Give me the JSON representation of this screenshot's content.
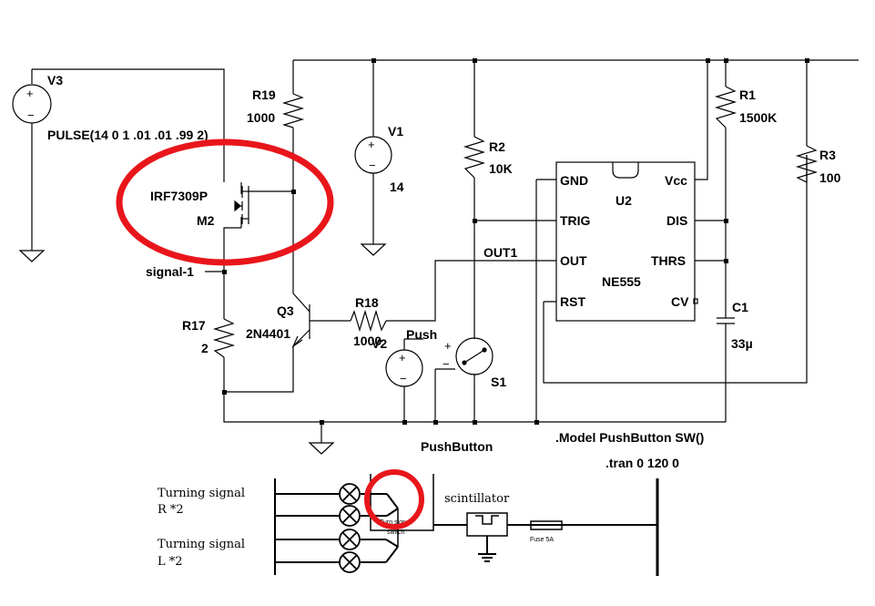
{
  "schematic": {
    "v3": {
      "name": "V3",
      "value": "PULSE(14 0 1 .01 .01 .99 2)"
    },
    "m2": {
      "model": "IRF7309P",
      "name": "M2"
    },
    "signal_label": "signal-1",
    "r19": {
      "name": "R19",
      "value": "1000"
    },
    "r17": {
      "name": "R17",
      "value": "2"
    },
    "q3": {
      "name": "Q3",
      "model": "2N4401"
    },
    "r18": {
      "name": "R18",
      "value": "1000"
    },
    "v1": {
      "name": "V1",
      "value": "14"
    },
    "v2": {
      "name": "V2"
    },
    "push_label": "Push",
    "r2": {
      "name": "R2",
      "value": "10K"
    },
    "s1": {
      "name": "S1"
    },
    "pushbutton_label": "PushButton",
    "out1_label": "OUT1",
    "u2": {
      "name": "U2",
      "model": "NE555",
      "pins": {
        "gnd": "GND",
        "vcc": "Vcc",
        "trig": "TRIG",
        "dis": "DIS",
        "out": "OUT",
        "thrs": "THRS",
        "rst": "RST",
        "cv": "CV"
      }
    },
    "r1": {
      "name": "R1",
      "value": "1500K"
    },
    "r3": {
      "name": "R3",
      "value": "100"
    },
    "c1": {
      "name": "C1",
      "value": "33µ"
    },
    "directive_model": ".Model PushButton SW()",
    "directive_tran": ".tran 0 120 0",
    "plus_sign": "+",
    "minus_sign": "−"
  },
  "wiring": {
    "turning_signal_r": "Turning signal",
    "turning_signal_r_sub": "R *2",
    "turning_signal_l": "Turning signal",
    "turning_signal_l_sub": "L *2",
    "scintillator_label": "scintillator",
    "switch_label_1": "Turn signal",
    "switch_label_2": "switch",
    "fuse_label": "Fuse 5A"
  },
  "colors": {
    "wire": "#000000",
    "highlight": "#e8161b"
  }
}
